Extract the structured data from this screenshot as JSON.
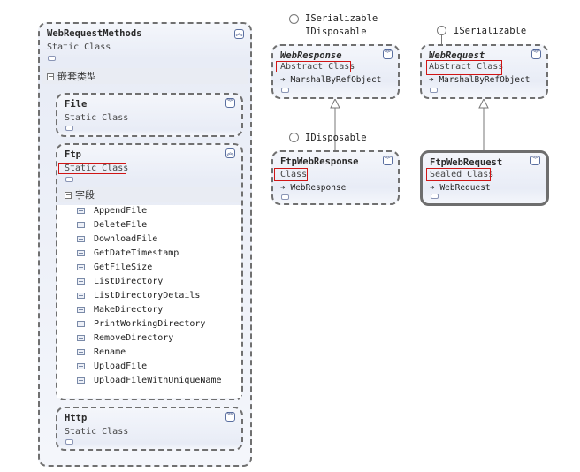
{
  "diagram": {
    "web_request_methods": {
      "name": "WebRequestMethods",
      "kind": "Static Class",
      "section": "嵌套类型",
      "nested": {
        "file": {
          "name": "File",
          "kind": "Static Class"
        },
        "ftp": {
          "name": "Ftp",
          "kind": "Static Class",
          "section": "字段",
          "fields": [
            "AppendFile",
            "DeleteFile",
            "DownloadFile",
            "GetDateTimestamp",
            "GetFileSize",
            "ListDirectory",
            "ListDirectoryDetails",
            "MakeDirectory",
            "PrintWorkingDirectory",
            "RemoveDirectory",
            "Rename",
            "UploadFile",
            "UploadFileWithUniqueName"
          ]
        },
        "http": {
          "name": "Http",
          "kind": "Static Class"
        }
      }
    },
    "web_response": {
      "name": "WebResponse",
      "kind": "Abstract Class",
      "base": "MarshalByRefObject",
      "interfaces": [
        "ISerializable",
        "IDisposable"
      ]
    },
    "web_request": {
      "name": "WebRequest",
      "kind": "Abstract Class",
      "base": "MarshalByRefObject",
      "interfaces": [
        "ISerializable"
      ]
    },
    "ftp_web_response": {
      "name": "FtpWebResponse",
      "kind": "Class",
      "base": "WebResponse",
      "interfaces": [
        "IDisposable"
      ]
    },
    "ftp_web_request": {
      "name": "FtpWebRequest",
      "kind": "Sealed Class",
      "base": "WebRequest"
    },
    "icons": {
      "collapse": "double-chevron-up-icon",
      "expand": "double-chevron-down-icon",
      "inherits": "arrow-right-icon"
    },
    "colors": {
      "highlight": "#d01515",
      "border": "#707070"
    }
  }
}
